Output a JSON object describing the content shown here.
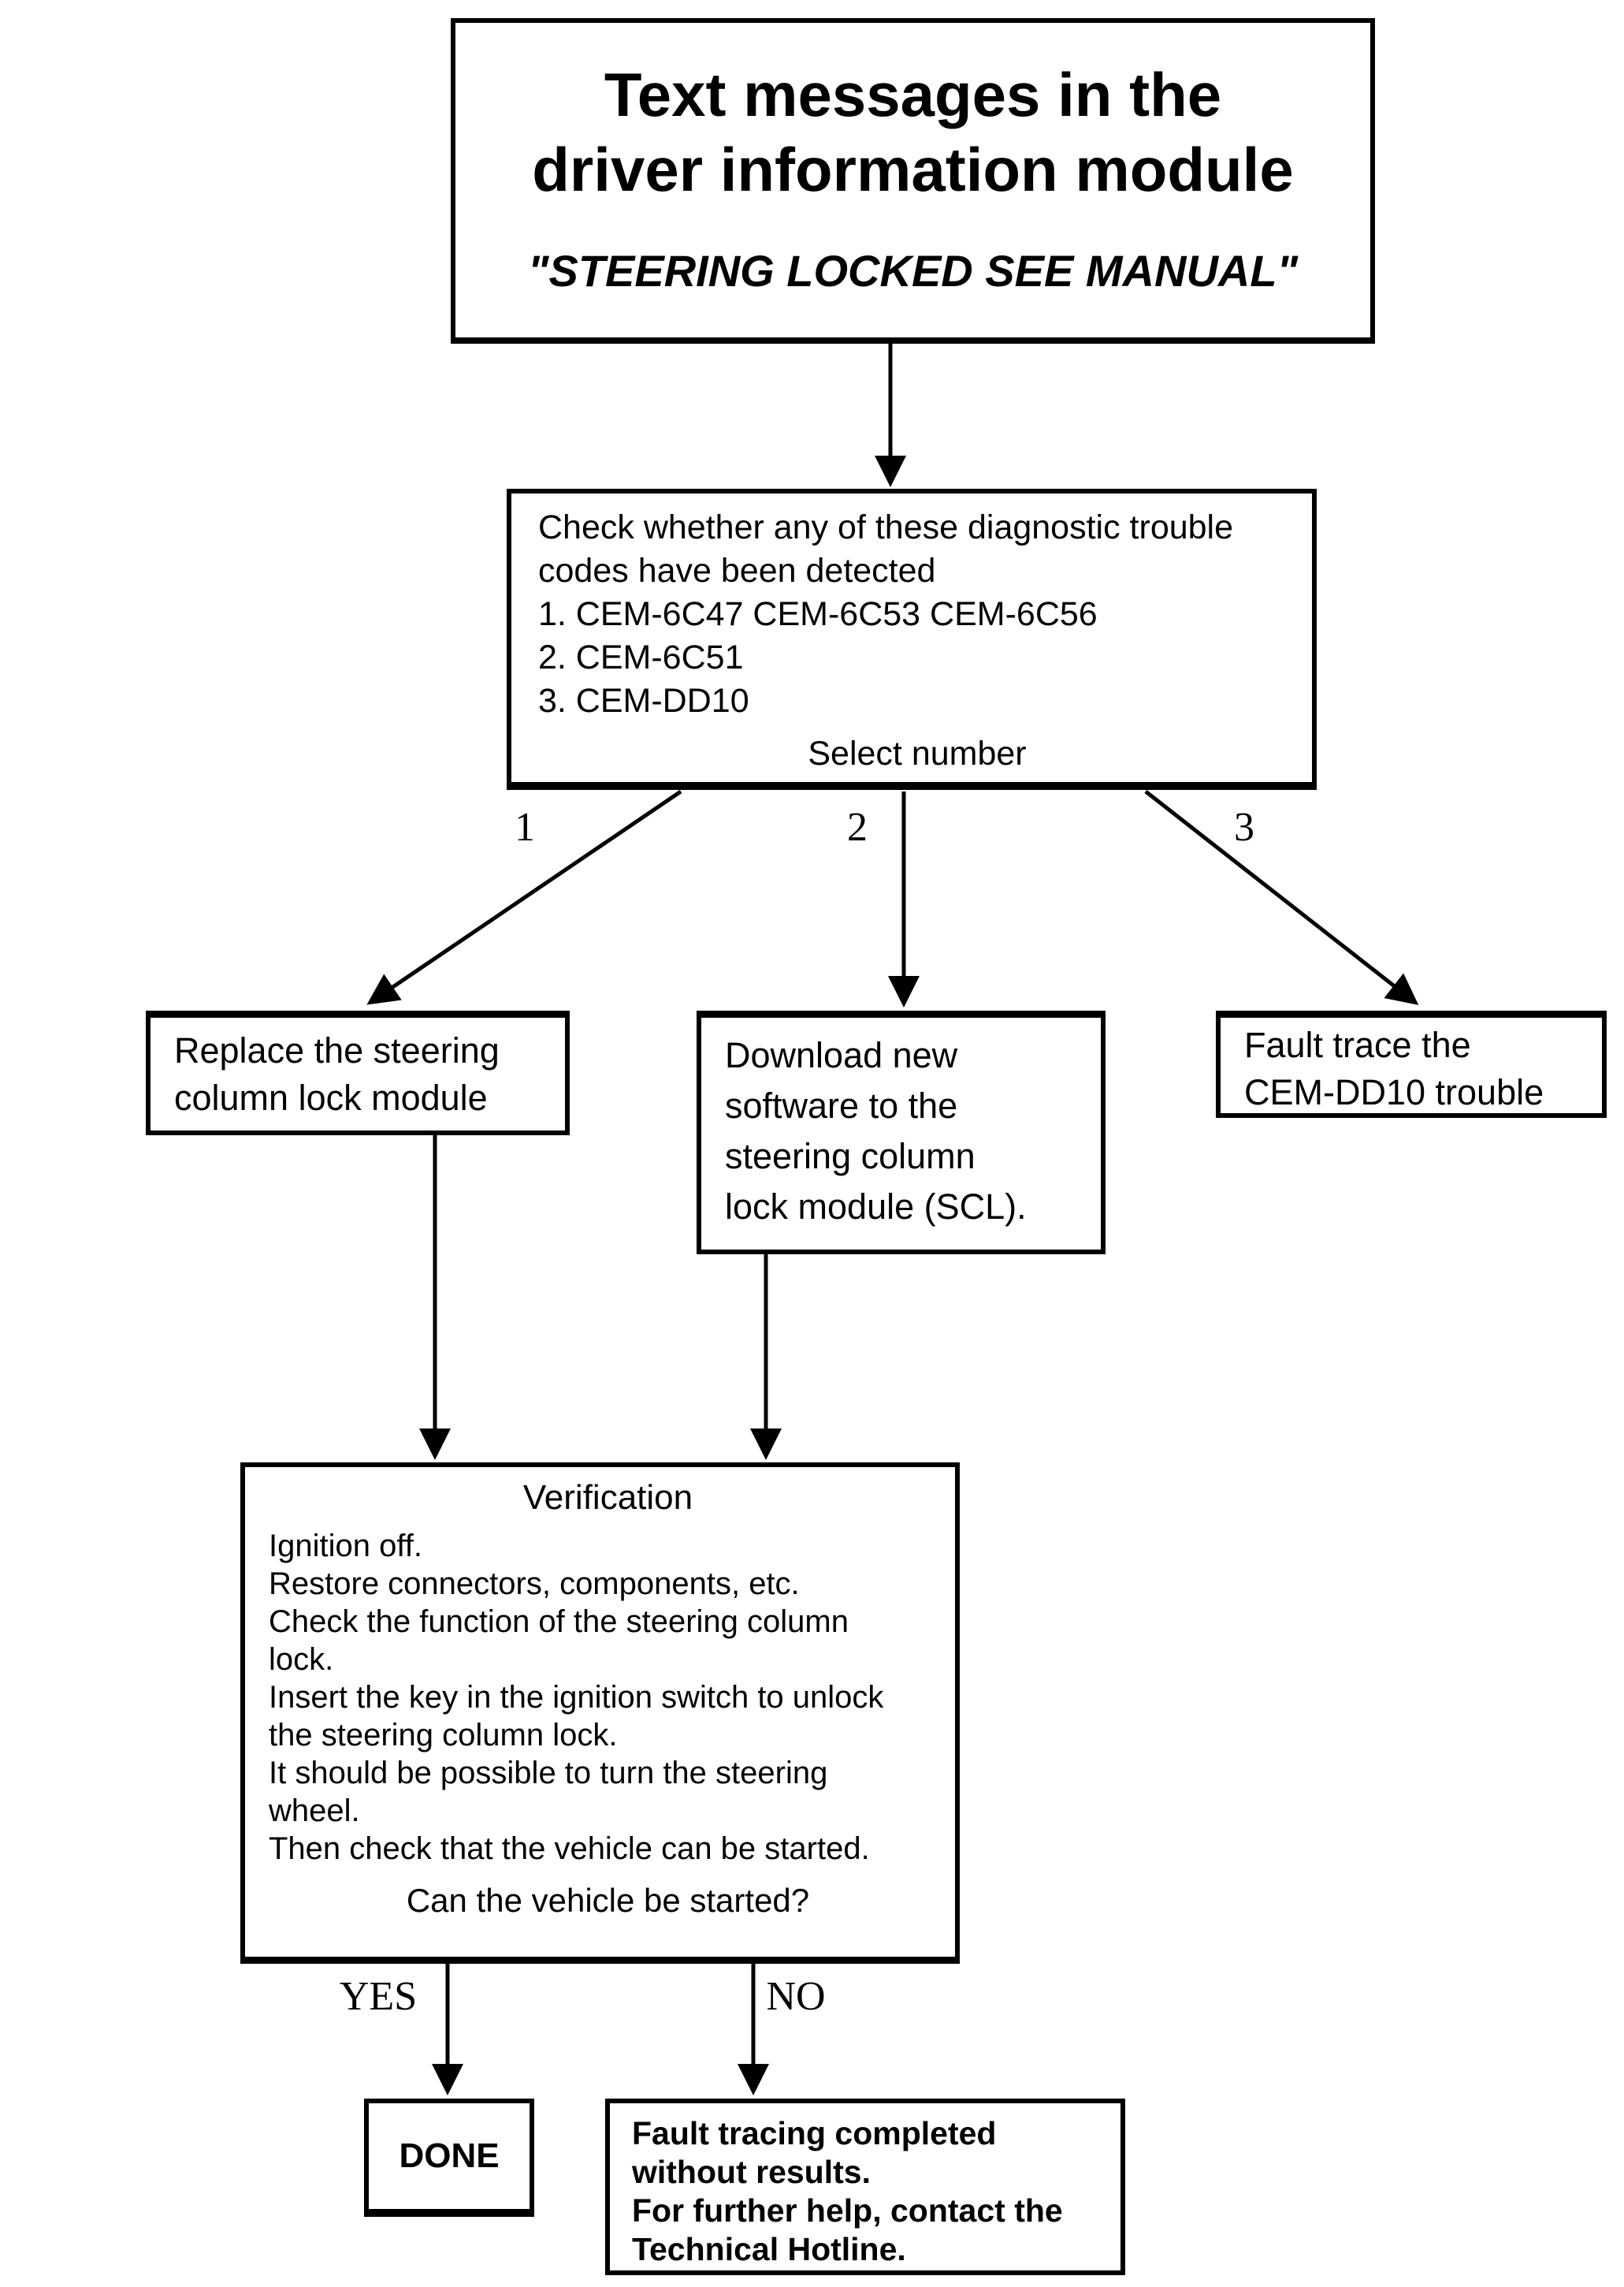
{
  "colors": {
    "ink": "#000000",
    "background": "#ffffff"
  },
  "title_box": {
    "title_line1": "Text messages in the",
    "title_line2": "driver information module",
    "subtitle": "\"STEERING LOCKED SEE MANUAL\""
  },
  "codes_box": {
    "line1": "Check whether any of these diagnostic trouble",
    "line2": "codes have been detected",
    "item1": "1. CEM-6C47 CEM-6C53 CEM-6C56",
    "item2": "2. CEM-6C51",
    "item3": "3. CEM-DD10",
    "prompt": "Select number"
  },
  "branch_labels": {
    "one": "1",
    "two": "2",
    "three": "3"
  },
  "option_boxes": {
    "replace": {
      "line1": "Replace the steering",
      "line2": "column lock module"
    },
    "download": {
      "line1": "Download new",
      "line2": "software to the",
      "line3": "steering column",
      "line4": "lock module (SCL)."
    },
    "fault_trace": {
      "line1": "Fault trace the",
      "line2": "CEM-DD10 trouble"
    }
  },
  "verification_box": {
    "heading": "Verification",
    "lines": [
      "Ignition off.",
      "Restore connectors, components, etc.",
      "Check the function of the steering column",
      "lock.",
      "Insert the key in the ignition switch to unlock",
      "the steering column lock.",
      "It should be possible to turn the steering",
      "wheel.",
      "Then check that the vehicle can be started."
    ],
    "question": "Can the vehicle be started?"
  },
  "decision_labels": {
    "yes": "YES",
    "no": "NO"
  },
  "done_box": {
    "label": "DONE"
  },
  "hotline_box": {
    "line1": "Fault tracing completed",
    "line2": "without results.",
    "line3": "For further help, contact the",
    "line4": "Technical Hotline."
  }
}
